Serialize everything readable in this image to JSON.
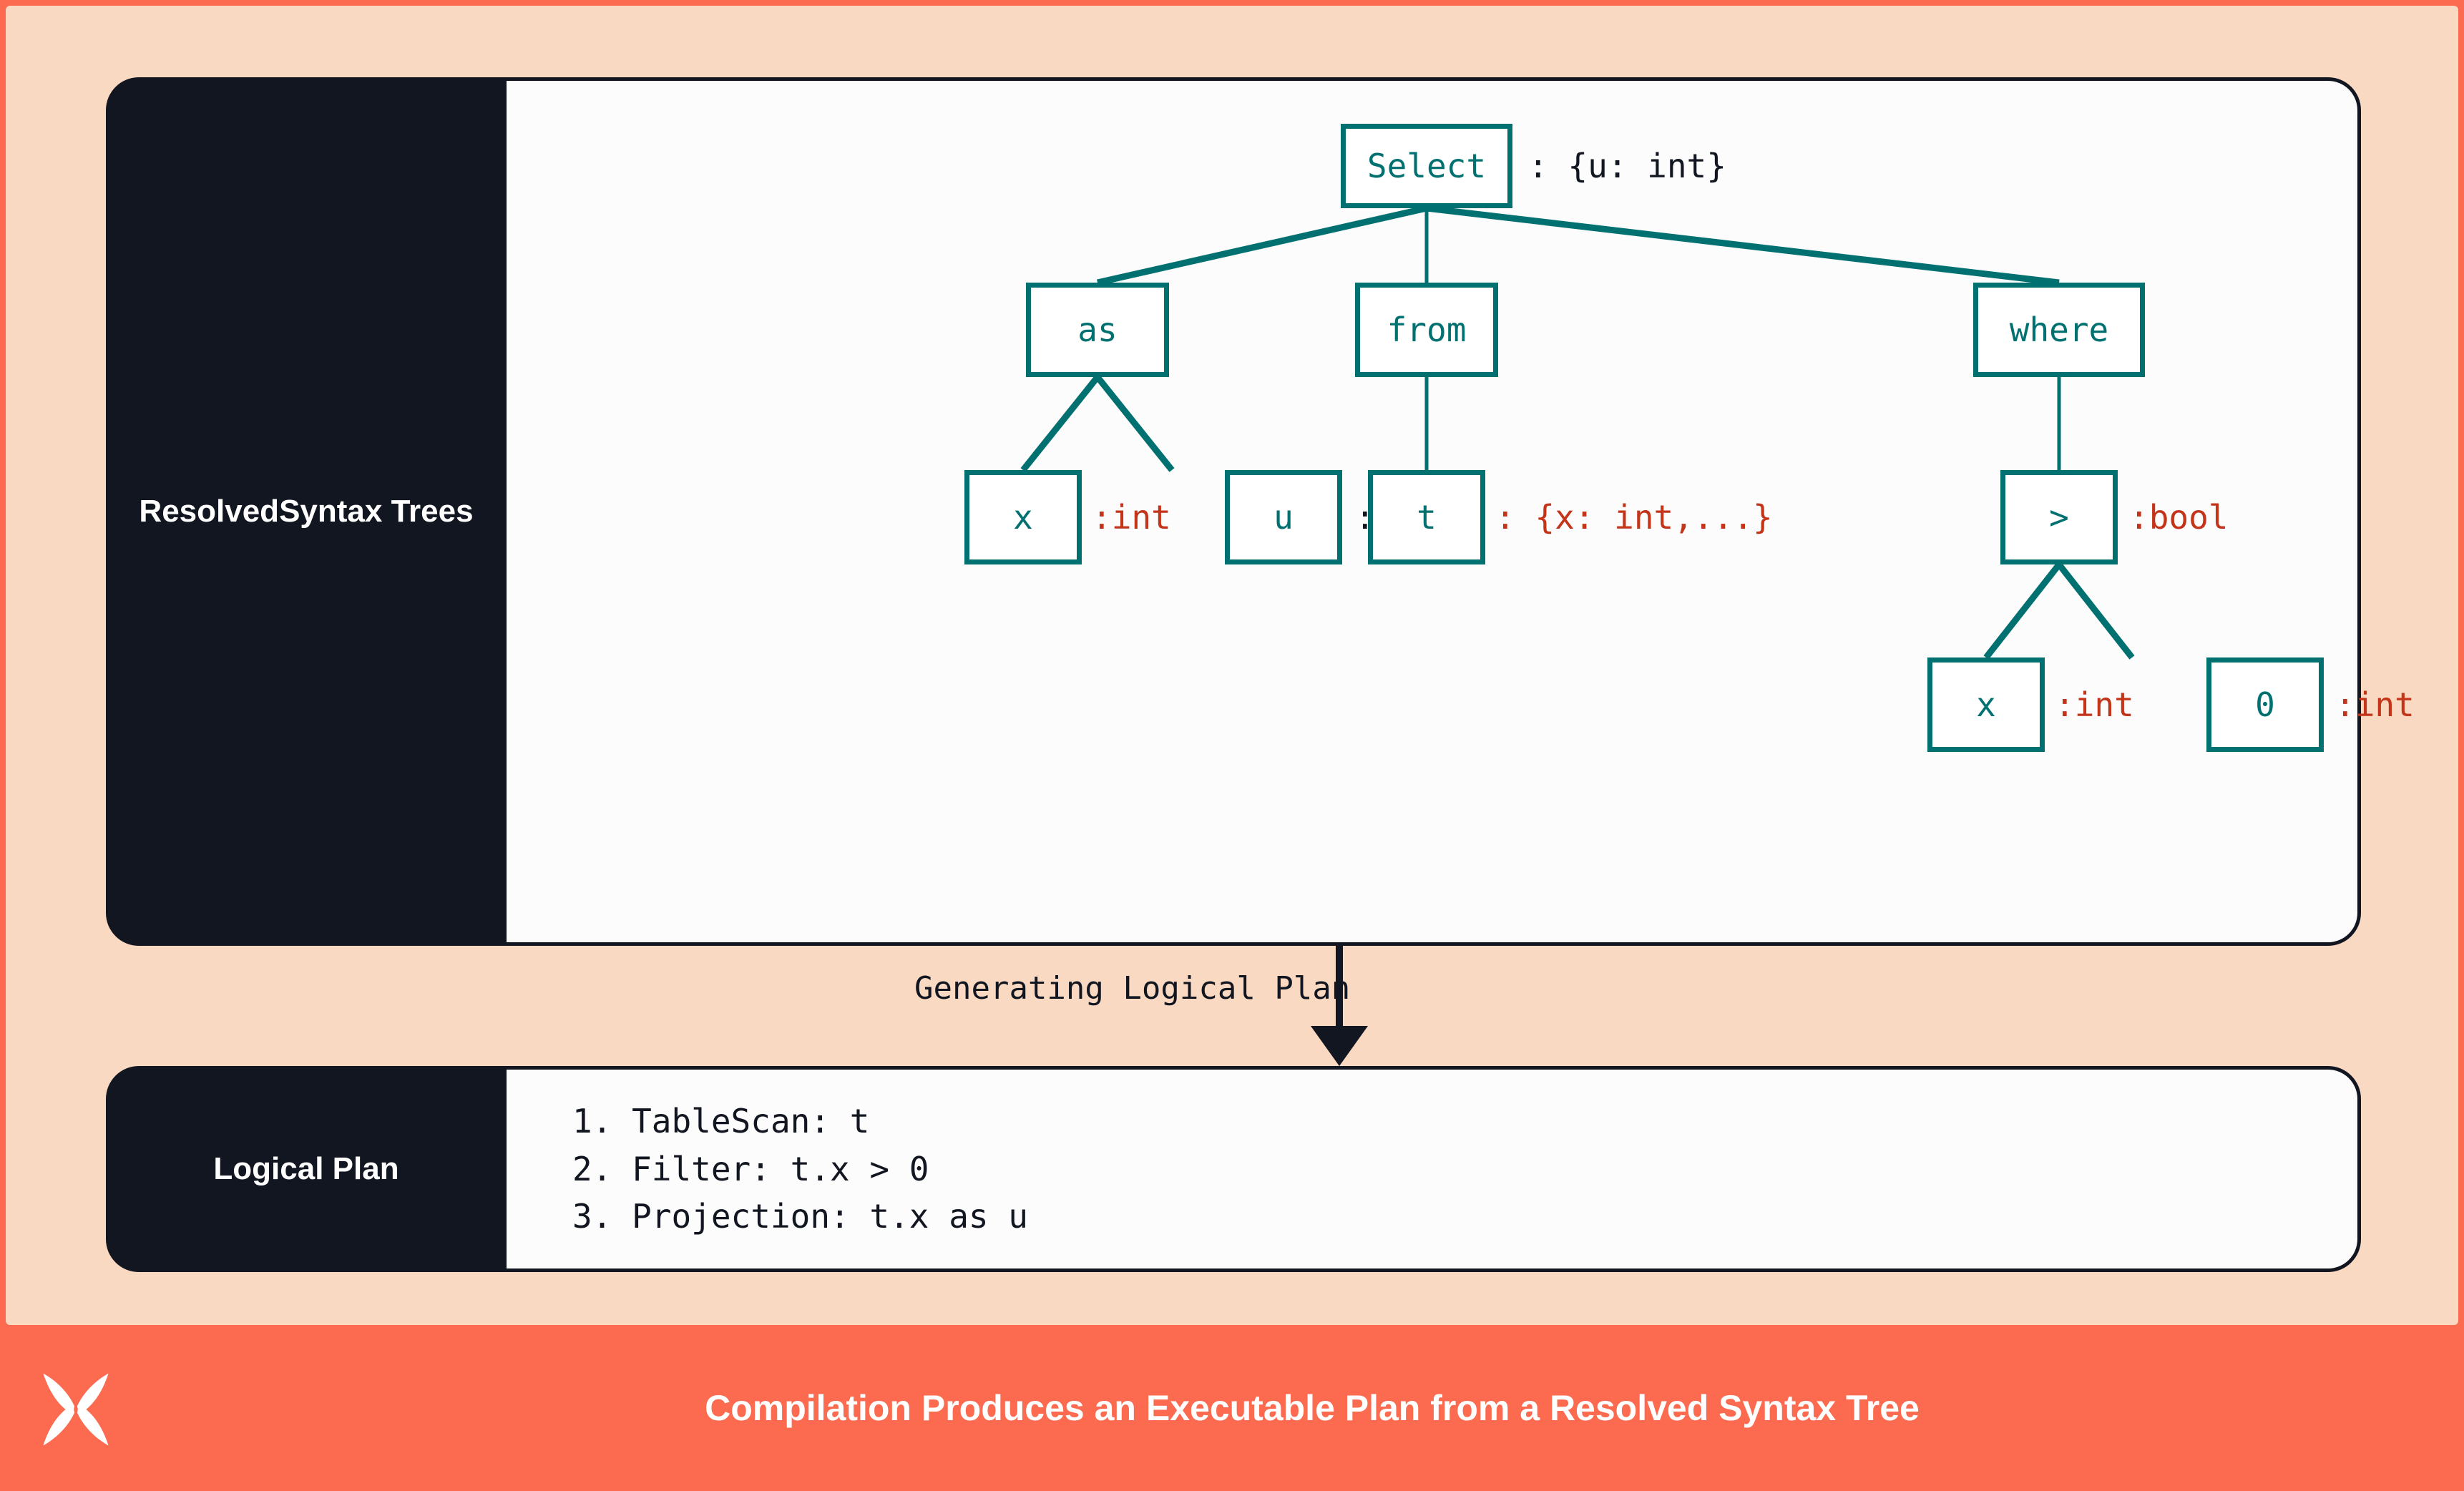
{
  "theme": {
    "background": "#FC6A4F",
    "card_background": "#F9D9C2",
    "panel_dark": "#121620",
    "panel_light": "#FCFCFC",
    "node_teal": "#017070",
    "annotation_red": "#C33419",
    "annotation_dark": "#121620",
    "footer_text": "#FFFFFF"
  },
  "panels": {
    "resolved_syntax_trees": {
      "label": "Resolved\nSyntax Trees",
      "label_line1": "Resolved",
      "label_line2": "Syntax Trees"
    },
    "logical_plan": {
      "label": "Logical Plan",
      "steps": [
        "1. TableScan: t",
        "2. Filter: t.x > 0",
        "3. Projection: t.x as u"
      ]
    }
  },
  "connector": {
    "label": "Generating Logical Plan",
    "arrow": "down-arrow-icon"
  },
  "tree": {
    "nodes": [
      {
        "id": "select",
        "text": "Select",
        "annotation": ": {u: int}",
        "annotation_color": "dark"
      },
      {
        "id": "as",
        "text": "as",
        "annotation": "",
        "annotation_color": ""
      },
      {
        "id": "from",
        "text": "from",
        "annotation": "",
        "annotation_color": ""
      },
      {
        "id": "where",
        "text": "where",
        "annotation": "",
        "annotation_color": ""
      },
      {
        "id": "as-x",
        "text": "x",
        "annotation": ":int",
        "annotation_color": "red"
      },
      {
        "id": "as-u",
        "text": "u",
        "annotation": ":int",
        "annotation_color": "dark"
      },
      {
        "id": "from-t",
        "text": "t",
        "annotation": ": {x: int,...}",
        "annotation_color": "red"
      },
      {
        "id": "gt",
        "text": ">",
        "annotation": ":bool",
        "annotation_color": "red"
      },
      {
        "id": "gt-x",
        "text": "x",
        "annotation": ":int",
        "annotation_color": "red"
      },
      {
        "id": "gt-0",
        "text": "0",
        "annotation": ":int",
        "annotation_color": "red"
      }
    ],
    "edges": [
      [
        "select",
        "as"
      ],
      [
        "select",
        "from"
      ],
      [
        "select",
        "where"
      ],
      [
        "as",
        "as-x"
      ],
      [
        "as",
        "as-u"
      ],
      [
        "from",
        "from-t"
      ],
      [
        "where",
        "gt"
      ],
      [
        "gt",
        "gt-x"
      ],
      [
        "gt",
        "gt-0"
      ]
    ]
  },
  "footer": {
    "caption": "Compilation Produces an Executable Plan from a Resolved Syntax Tree",
    "logo": "butterfly-logo-icon"
  }
}
